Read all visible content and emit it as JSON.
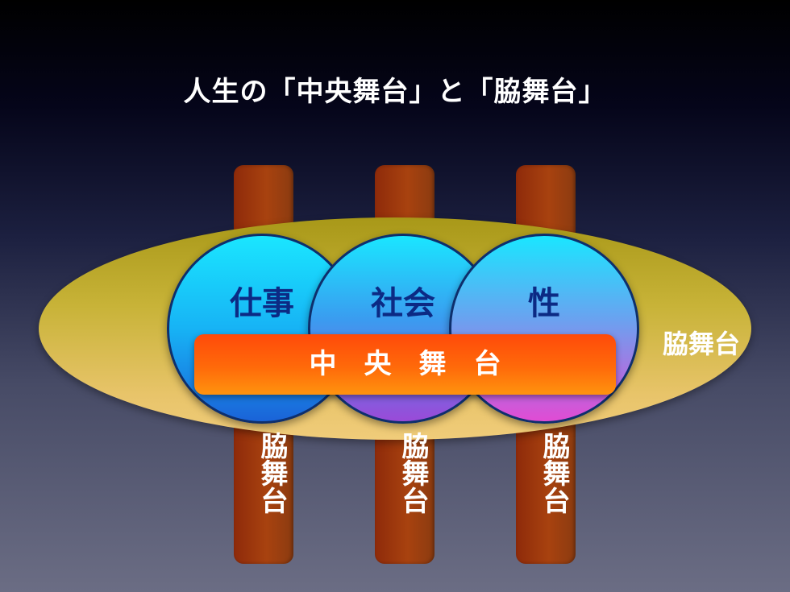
{
  "title": "人生の「中央舞台」と「脇舞台」",
  "circles": [
    {
      "label": "仕事"
    },
    {
      "label": "社会"
    },
    {
      "label": "性"
    }
  ],
  "center_bar": {
    "label": "中　央　舞　台"
  },
  "side_label": "脇舞台",
  "pillar_label": "脇舞台",
  "colors": {
    "pillar": "#a8420f",
    "ellipse": "#c8b338",
    "circle_border": "#0e2f6c",
    "circle_text": "#0c2a84",
    "bar": "#ff6a0a"
  }
}
